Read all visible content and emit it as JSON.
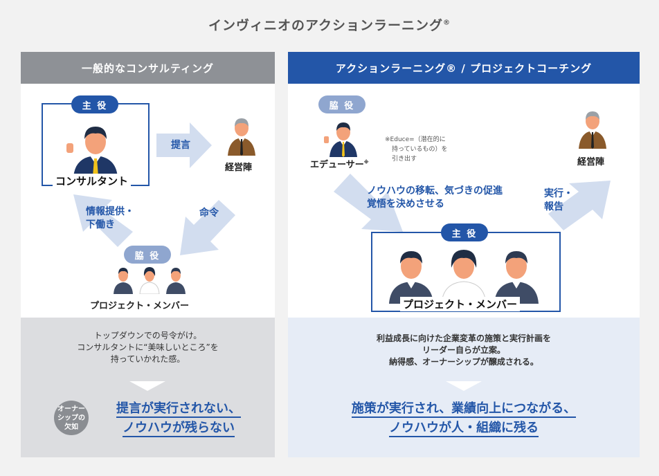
{
  "title": "インヴィニオのアクションラーニング",
  "title_mark": "®",
  "left": {
    "header": "一般的なコンサルティング",
    "lead_badge": "主 役",
    "lead_label": "コンサルタント",
    "arrow_propose": "提言",
    "exec_label": "経営陣",
    "arrow_order": "命令",
    "arrow_info_1": "情報提供・",
    "arrow_info_2": "下働き",
    "sub_badge": "脇 役",
    "member_label": "プロジェクト・メンバー",
    "desc_1": "トップダウンでの号令がけ。",
    "desc_2": "コンサルタントに“美味しいところ”を",
    "desc_3": "持っていかれた感。",
    "circle_1": "オーナー",
    "circle_2": "シップの",
    "circle_3": "欠如",
    "result_1": "提言が実行されない、",
    "result_2": "ノウハウが残らない"
  },
  "right": {
    "header": "アクションラーニング® / プロジェクトコーチング",
    "sub_badge": "脇 役",
    "educer_label": "エデューサー",
    "educer_mark": "※",
    "note_1": "※Educe=（潜在的に",
    "note_2": "持っているもの）を",
    "note_3": "引き出す",
    "arrow_text_1": "ノウハウの移転、気づきの促進",
    "arrow_text_2": "覚悟を決めさせる",
    "arrow_report_1": "実行・",
    "arrow_report_2": "報告",
    "exec_label": "経営陣",
    "lead_badge": "主 役",
    "member_label": "プロジェクト・メンバー",
    "desc_1": "利益成長に向けた企業変革の施策と実行計画を",
    "desc_2": "リーダー自らが立案。",
    "desc_3": "納得感、オーナーシップが醸成される。",
    "result_1": "施策が実行され、業績向上につながる、",
    "result_2": "ノウハウが人・組織に残る"
  },
  "colors": {
    "brand_blue": "#2356a8",
    "badge_blue": "#8fa6cf",
    "gray_header": "#8e9196",
    "arrow": "#d2ddef"
  }
}
